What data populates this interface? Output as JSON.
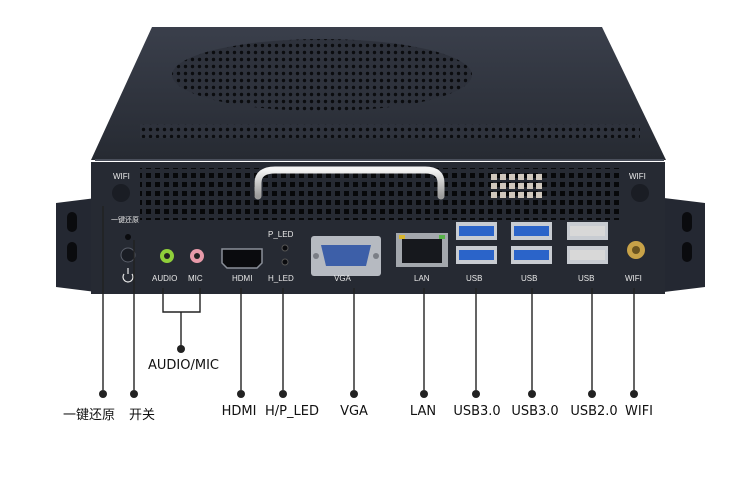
{
  "device": {
    "panel_labels": {
      "wifi_left": "WIFI",
      "wifi_right": "WIFI",
      "reset": "一键还原",
      "audio": "AUDIO",
      "mic": "MIC",
      "hdmi": "HDMI",
      "p_led": "P_LED",
      "h_led": "H_LED",
      "vga": "VGA",
      "lan": "LAN",
      "usb1": "USB",
      "usb2": "USB",
      "usb3": "USB",
      "wifi_antenna": "WIFI"
    }
  },
  "callouts": {
    "audio_mic": "AUDIO/MIC",
    "reset": "一键还原",
    "power": "开关",
    "hdmi": "HDMI",
    "hp_led": "H/P_LED",
    "vga": "VGA",
    "lan": "LAN",
    "usb30_a": "USB3.0",
    "usb30_b": "USB3.0",
    "usb20": "USB2.0",
    "wifi": "WIFI"
  },
  "colors": {
    "chassis": "#262a33",
    "chassis_top": "#2e323c",
    "usb3_blue": "#2b64c9",
    "audio_green": "#8fcf3a",
    "mic_pink": "#e79aa9",
    "vga_blue": "#3d5fa8",
    "line": "#222222"
  }
}
